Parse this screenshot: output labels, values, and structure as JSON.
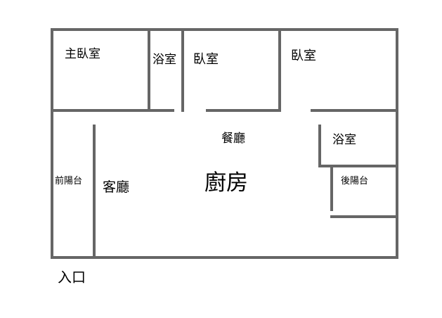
{
  "colors": {
    "wall": "#666666",
    "text": "#000000",
    "background": "#ffffff"
  },
  "rooms": {
    "master_bedroom": "主臥室",
    "bath_top": "浴室",
    "bedroom_1": "臥室",
    "bedroom_2": "臥室",
    "dining": "餐廳",
    "bath_right": "浴室",
    "front_balcony": "前陽台",
    "living_room": "客廳",
    "kitchen": "廚房",
    "rear_balcony": "後陽台",
    "entrance": "入口"
  }
}
